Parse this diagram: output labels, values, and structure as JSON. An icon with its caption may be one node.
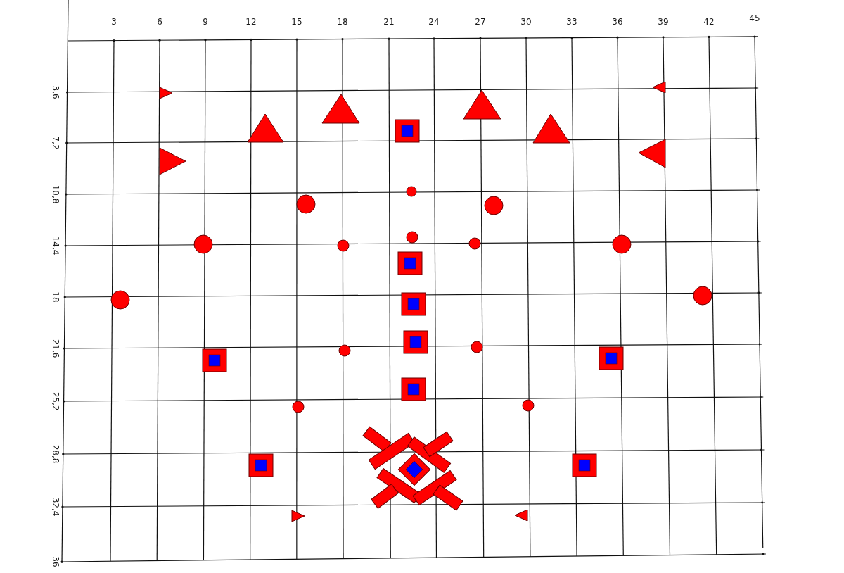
{
  "diagram": {
    "labels": [
      "3",
      "6",
      "9",
      "12",
      "15",
      "18",
      "21",
      "24",
      "27",
      "30",
      "33",
      "36",
      "39",
      "42",
      "45",
      "3,6",
      "7,2",
      "10,8",
      "14,4",
      "18",
      "21,6",
      "25,2",
      "28,8",
      "32,4",
      "36"
    ]
  }
}
